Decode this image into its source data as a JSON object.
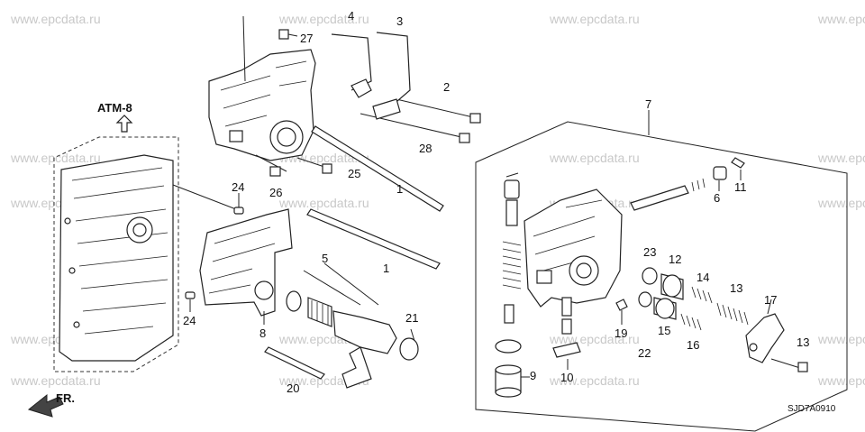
{
  "watermark": "www.epcdata.ru",
  "reference_label": "ATM-8",
  "front_label": "FR.",
  "diagram_code": "SJD7A0910",
  "callouts": {
    "p1a": "1",
    "p1b": "1",
    "p2": "2",
    "p3": "3",
    "p4": "4",
    "p5": "5",
    "p6": "6",
    "p7": "7",
    "p8": "8",
    "p9": "9",
    "p10": "10",
    "p11": "11",
    "p12": "12",
    "p13a": "13",
    "p13b": "13",
    "p14": "14",
    "p15": "15",
    "p16": "16",
    "p17": "17",
    "p19": "19",
    "p20": "20",
    "p21": "21",
    "p22": "22",
    "p23": "23",
    "p24a": "24",
    "p24b": "24",
    "p25": "25",
    "p26": "26",
    "p27": "27",
    "p28": "28"
  }
}
